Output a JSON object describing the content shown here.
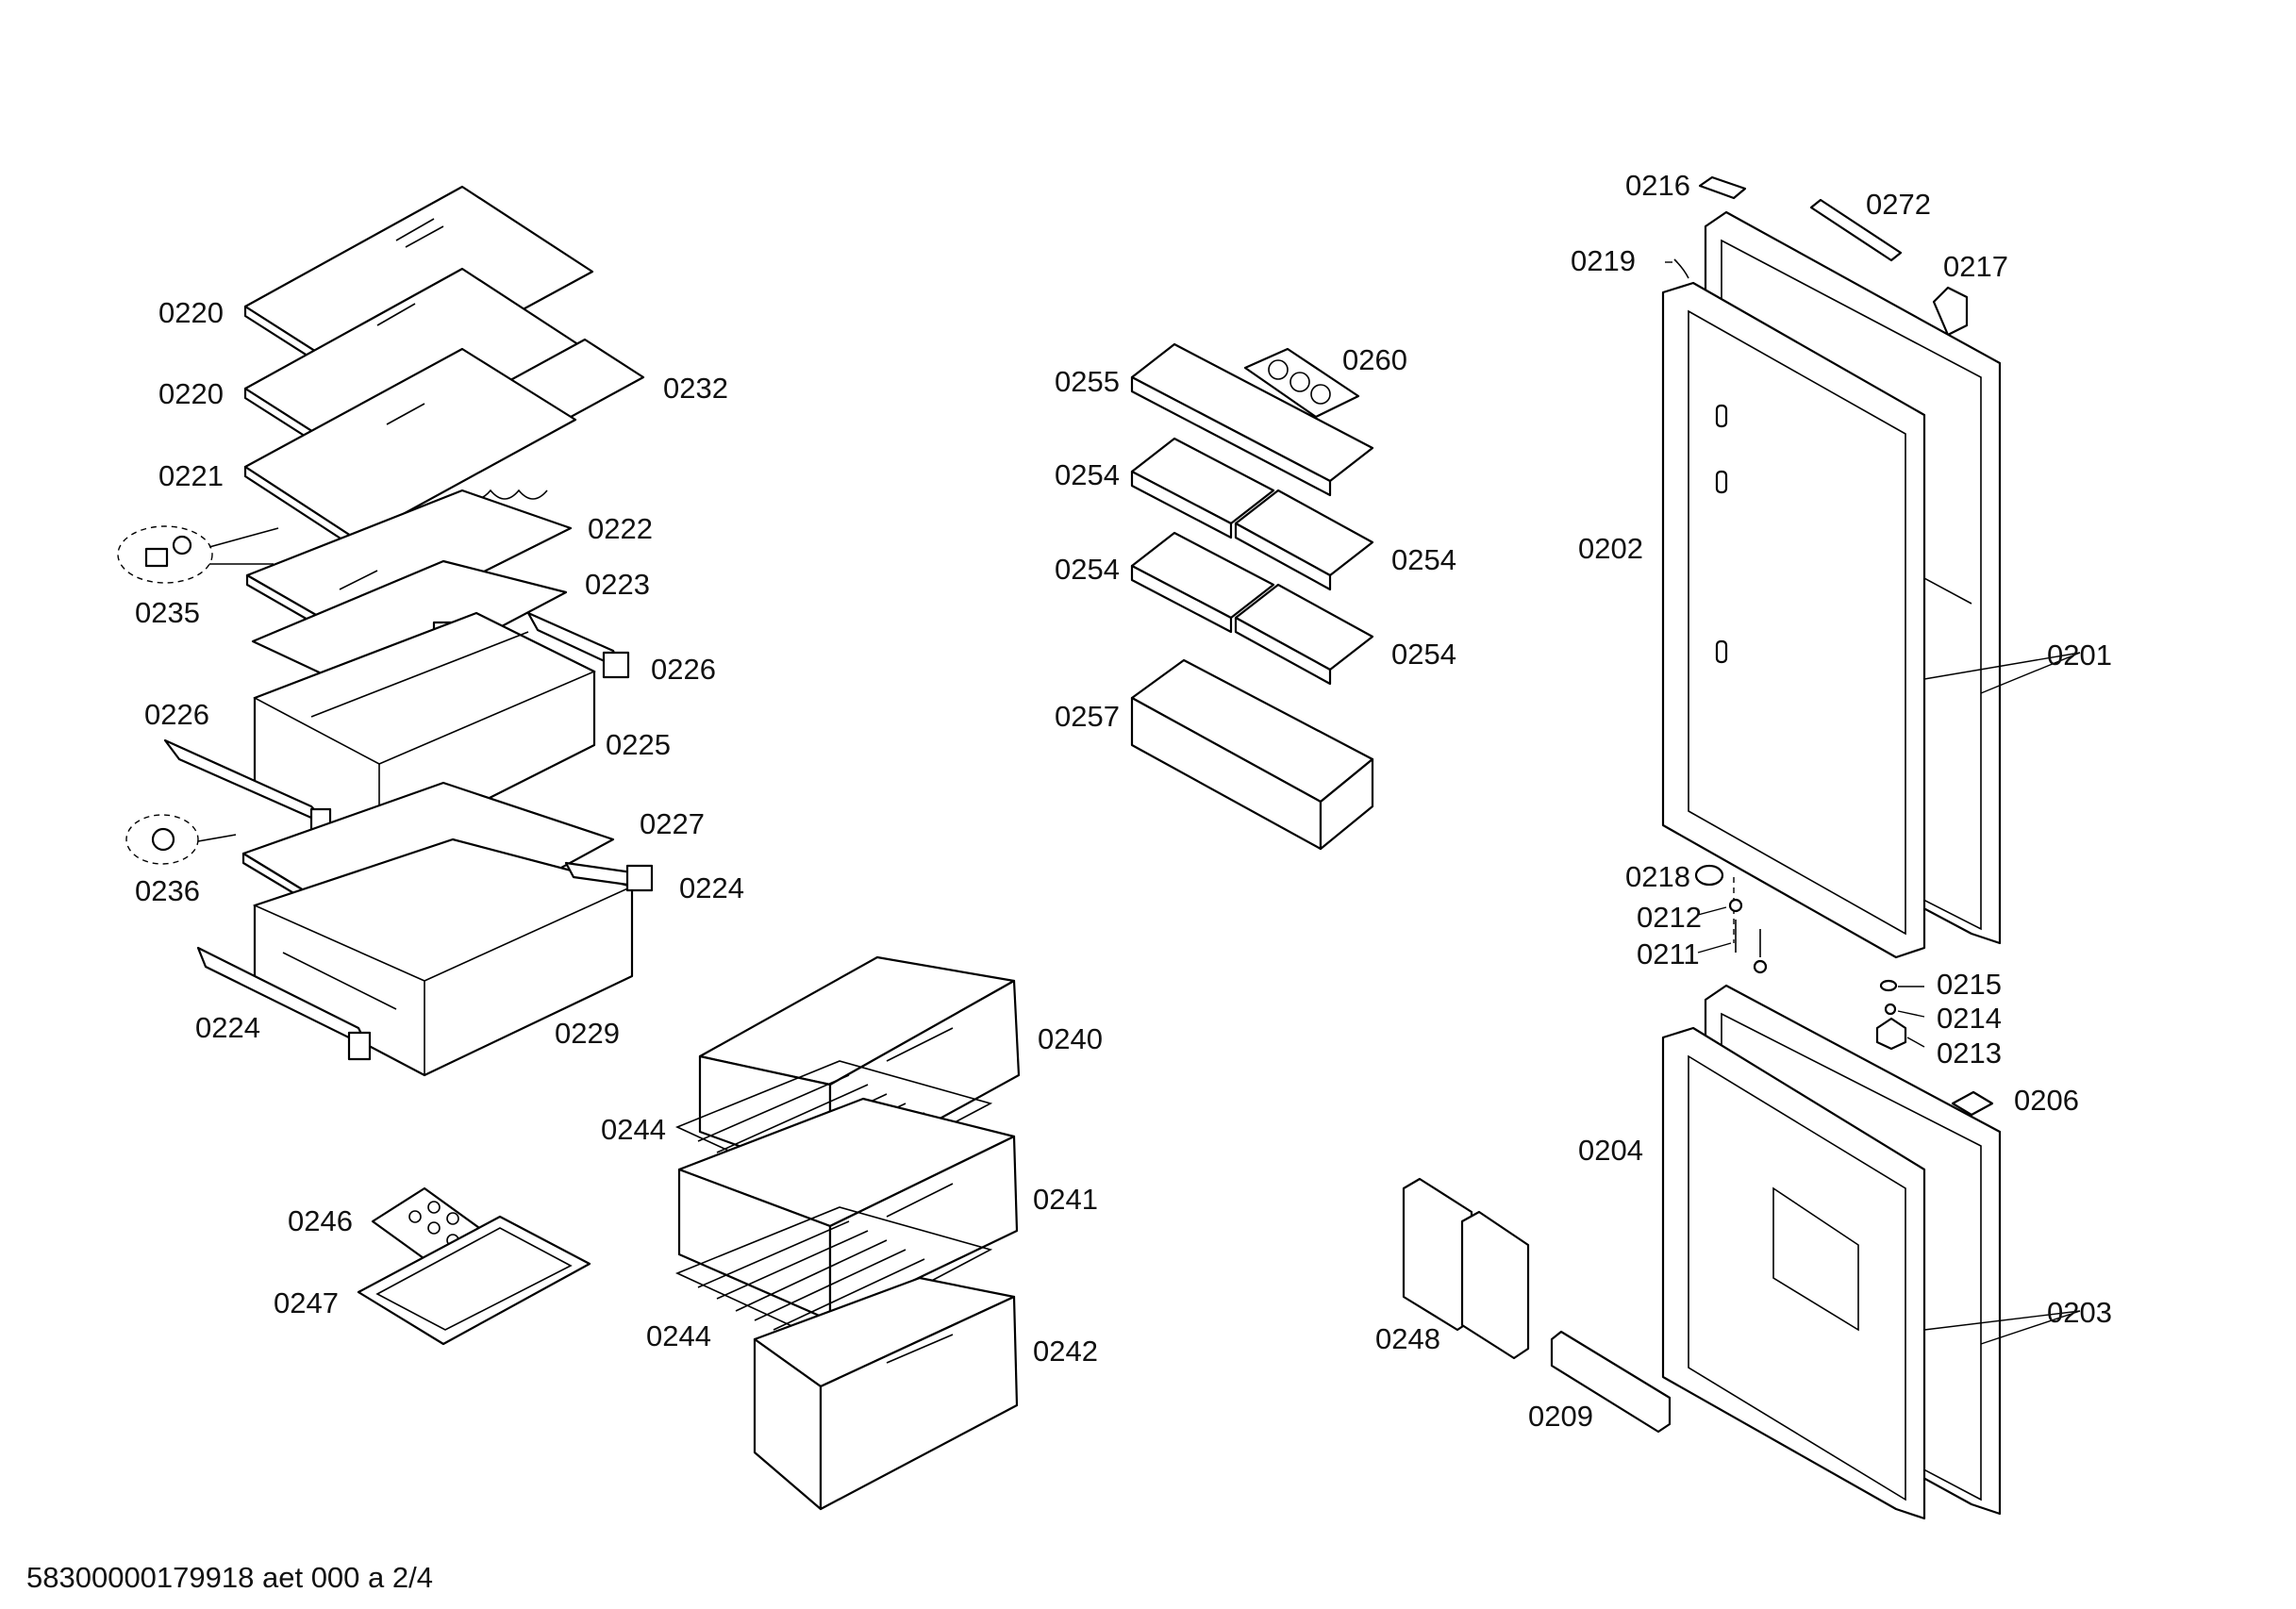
{
  "footer_text": "58300000179918 aet 000 a 2/4",
  "labels": [
    {
      "id": "l0220a",
      "text": "0220"
    },
    {
      "id": "l0220b",
      "text": "0220"
    },
    {
      "id": "l0232",
      "text": "0232"
    },
    {
      "id": "l0221",
      "text": "0221"
    },
    {
      "id": "l0222",
      "text": "0222"
    },
    {
      "id": "l0223",
      "text": "0223"
    },
    {
      "id": "l0235",
      "text": "0235"
    },
    {
      "id": "l0226a",
      "text": "0226"
    },
    {
      "id": "l0226b",
      "text": "0226"
    },
    {
      "id": "l0225",
      "text": "0225"
    },
    {
      "id": "l0227",
      "text": "0227"
    },
    {
      "id": "l0236",
      "text": "0236"
    },
    {
      "id": "l0224a",
      "text": "0224"
    },
    {
      "id": "l0224b",
      "text": "0224"
    },
    {
      "id": "l0229",
      "text": "0229"
    },
    {
      "id": "l0246",
      "text": "0246"
    },
    {
      "id": "l0247",
      "text": "0247"
    },
    {
      "id": "l0255",
      "text": "0255"
    },
    {
      "id": "l0260",
      "text": "0260"
    },
    {
      "id": "l0254a",
      "text": "0254"
    },
    {
      "id": "l0254b",
      "text": "0254"
    },
    {
      "id": "l0254c",
      "text": "0254"
    },
    {
      "id": "l0254d",
      "text": "0254"
    },
    {
      "id": "l0257",
      "text": "0257"
    },
    {
      "id": "l0240",
      "text": "0240"
    },
    {
      "id": "l0244a",
      "text": "0244"
    },
    {
      "id": "l0241",
      "text": "0241"
    },
    {
      "id": "l0244b",
      "text": "0244"
    },
    {
      "id": "l0242",
      "text": "0242"
    },
    {
      "id": "l0216",
      "text": "0216"
    },
    {
      "id": "l0272",
      "text": "0272"
    },
    {
      "id": "l0219",
      "text": "0219"
    },
    {
      "id": "l0217",
      "text": "0217"
    },
    {
      "id": "l0202",
      "text": "0202"
    },
    {
      "id": "l0201",
      "text": "0201"
    },
    {
      "id": "l0218",
      "text": "0218"
    },
    {
      "id": "l0212",
      "text": "0212"
    },
    {
      "id": "l0211",
      "text": "0211"
    },
    {
      "id": "l0215",
      "text": "0215"
    },
    {
      "id": "l0214",
      "text": "0214"
    },
    {
      "id": "l0213",
      "text": "0213"
    },
    {
      "id": "l0206",
      "text": "0206"
    },
    {
      "id": "l0204",
      "text": "0204"
    },
    {
      "id": "l0203",
      "text": "0203"
    },
    {
      "id": "l0248",
      "text": "0248"
    },
    {
      "id": "l0209",
      "text": "0209"
    }
  ]
}
